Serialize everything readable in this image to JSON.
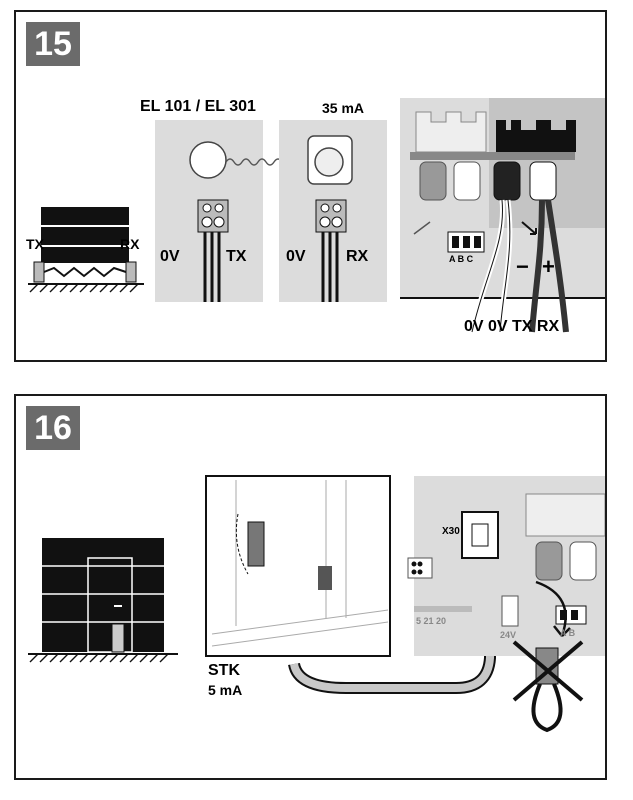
{
  "steps": {
    "a": "15",
    "b": "16"
  },
  "panel15": {
    "model": "EL 101 / EL 301",
    "current": "35 mA",
    "tx_left": "TX",
    "rx_left": "RX",
    "trans_0v": "0V",
    "trans_tx": "TX",
    "recv_0v": "0V",
    "recv_rx": "RX",
    "dip_letters": "A B C",
    "term_labels": "0V 0V  TX RX",
    "minus": "−",
    "plus": "+"
  },
  "panel16": {
    "connector": "X30",
    "sensor": "STK",
    "current": "5 mA",
    "terminals": "5  21  20",
    "voltage": "24V",
    "dip_letters": "A  B"
  }
}
